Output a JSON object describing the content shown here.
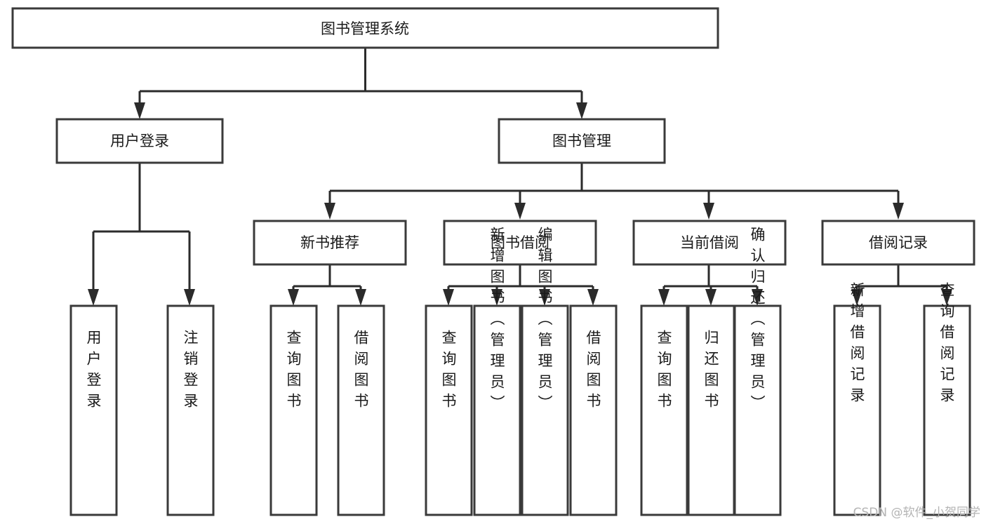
{
  "diagram": {
    "title": "图书管理系统",
    "watermark": "CSDN @软件_小贺同学",
    "type": "tree-hierarchy-chart",
    "orientation": "top-down",
    "style": {
      "box_fill": "#ffffff",
      "box_stroke": "#3a3a3a",
      "edge_color": "#2b2b2b",
      "text_color": "#1a1a1a",
      "watermark_color": "#b4b4b4",
      "background": "#ffffff"
    },
    "levels": {
      "root": {
        "label": "图书管理系统"
      },
      "level2": [
        {
          "id": "user-login",
          "label": "用户登录"
        },
        {
          "id": "book-management",
          "label": "图书管理"
        }
      ],
      "level3": [
        {
          "id": "new-book-recommend",
          "label": "新书推荐",
          "parent": "book-management"
        },
        {
          "id": "book-borrow",
          "label": "图书借阅",
          "parent": "book-management"
        },
        {
          "id": "current-borrow",
          "label": "当前借阅",
          "parent": "book-management"
        },
        {
          "id": "borrow-record",
          "label": "借阅记录",
          "parent": "book-management"
        }
      ],
      "leaves": [
        {
          "id": "leaf-user-login",
          "label": "用户登录",
          "parent": "user-login"
        },
        {
          "id": "leaf-user-logout",
          "label": "注销登录",
          "parent": "user-login"
        },
        {
          "id": "leaf-query-book-1",
          "label": "查询图书",
          "parent": "new-book-recommend"
        },
        {
          "id": "leaf-borrow-book-1",
          "label": "借阅图书",
          "parent": "new-book-recommend"
        },
        {
          "id": "leaf-query-book-2",
          "label": "查询图书",
          "parent": "book-borrow"
        },
        {
          "id": "leaf-add-book",
          "label": "新增图书（管理员）",
          "parent": "book-borrow"
        },
        {
          "id": "leaf-edit-book",
          "label": "编辑图书（管理员）",
          "parent": "book-borrow"
        },
        {
          "id": "leaf-borrow-book-2",
          "label": "借阅图书",
          "parent": "book-borrow"
        },
        {
          "id": "leaf-query-book-3",
          "label": "查询图书",
          "parent": "current-borrow"
        },
        {
          "id": "leaf-return-book",
          "label": "归还图书",
          "parent": "current-borrow"
        },
        {
          "id": "leaf-confirm-return",
          "label": "确认归还（管理员）",
          "parent": "current-borrow"
        },
        {
          "id": "leaf-add-record",
          "label": "新增借阅记录",
          "parent": "borrow-record"
        },
        {
          "id": "leaf-query-record",
          "label": "查询借阅记录",
          "parent": "borrow-record"
        }
      ]
    }
  }
}
